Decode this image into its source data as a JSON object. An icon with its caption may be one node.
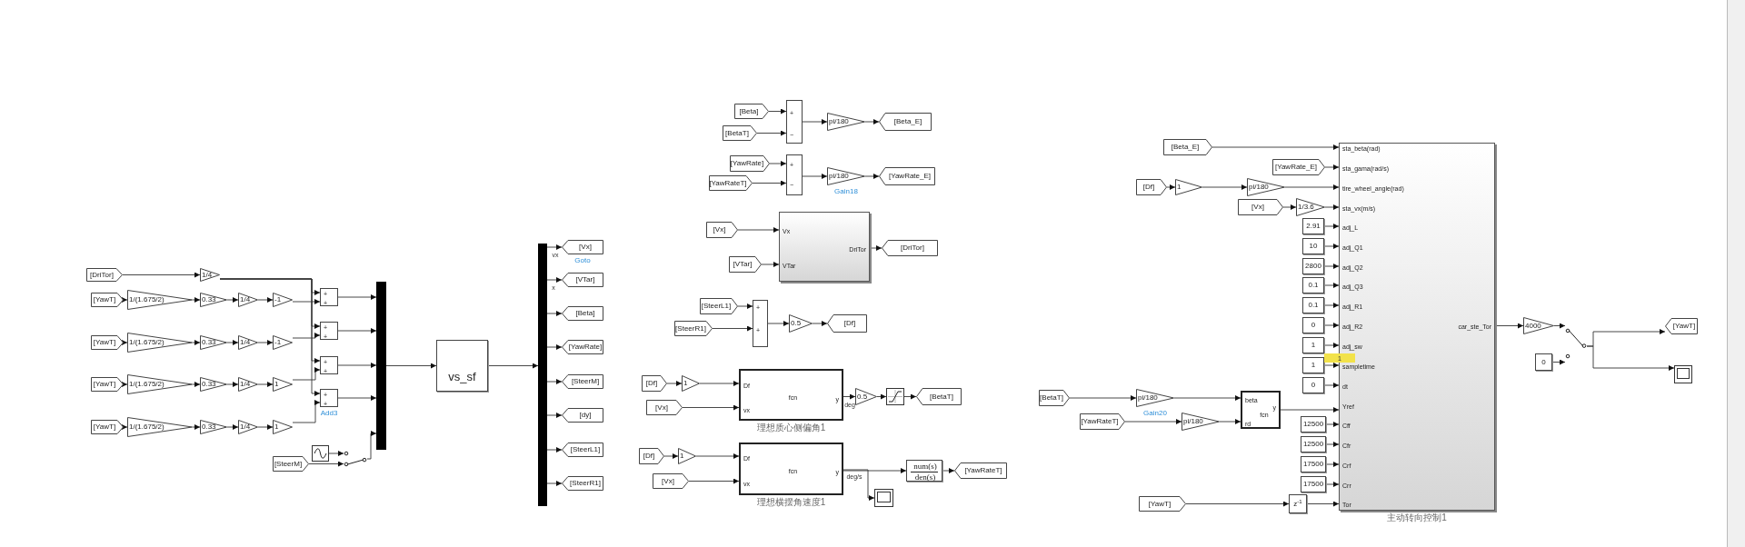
{
  "diagram": {
    "nodes": [
      {
        "text": [
          "[DriTor]"
        ]
      },
      {
        "text": [
          "1/4"
        ]
      },
      {
        "text": [
          "[YawT]"
        ]
      },
      {
        "text": [
          "1/(1.675/2)"
        ]
      },
      {
        "text": [
          "0.33"
        ]
      },
      {
        "text": [
          "1/4"
        ]
      },
      {
        "text": [
          "-1"
        ]
      },
      {
        "text": [
          "[YawT]"
        ]
      },
      {
        "text": [
          "1/(1.675/2)"
        ]
      },
      {
        "text": [
          "0.33"
        ]
      },
      {
        "text": [
          "1/4"
        ]
      },
      {
        "text": [
          "-1"
        ]
      },
      {
        "text": [
          "[YawT]"
        ]
      },
      {
        "text": [
          "1/(1.675/2)"
        ]
      },
      {
        "text": [
          "0.33"
        ]
      },
      {
        "text": [
          "1/4"
        ]
      },
      {
        "text": [
          "1"
        ]
      },
      {
        "text": [
          "[YawT]"
        ]
      },
      {
        "text": [
          "1/(1.675/2)"
        ]
      },
      {
        "text": [
          "0.33"
        ]
      },
      {
        "text": [
          "1/4"
        ]
      },
      {
        "text": [
          "1"
        ]
      },
      {
        "text": [
          "+",
          "+"
        ]
      },
      {
        "text": [
          "+",
          "+"
        ]
      },
      {
        "text": [
          "+",
          "+"
        ]
      },
      {
        "text": [
          "+",
          "+"
        ],
        "beside": [
          "Add3"
        ]
      },
      {
        "text": [],
        "shape": "bar"
      },
      {
        "text": [],
        "shape": "wave"
      },
      {
        "text": [
          "[SteerM]"
        ]
      },
      {
        "text": [],
        "shape": "switch"
      },
      {
        "text": [
          "vs_sf"
        ]
      },
      {
        "text": [],
        "shape": "bar"
      },
      {
        "text": [
          "[Vx]"
        ],
        "beside": [
          "Goto"
        ]
      },
      {
        "text": [
          "[VTar]"
        ]
      },
      {
        "text": [
          "[Beta]"
        ]
      },
      {
        "text": [
          "[YawRate]"
        ]
      },
      {
        "text": [
          "[SteerM]"
        ]
      },
      {
        "text": [
          "[dy]"
        ]
      },
      {
        "text": [
          "[SteerL1]"
        ]
      },
      {
        "text": [
          "[SteerR1]"
        ]
      },
      {
        "text": [
          "[Beta]"
        ]
      },
      {
        "text": [
          "[BetaT]"
        ]
      },
      {
        "text": [
          "+",
          "−"
        ]
      },
      {
        "text": [
          "pi/180"
        ]
      },
      {
        "text": [
          "[Beta_E]"
        ]
      },
      {
        "text": [
          "[YawRate]"
        ]
      },
      {
        "text": [
          "[YawRateT]"
        ]
      },
      {
        "text": [
          "+",
          "−"
        ]
      },
      {
        "text": [
          "pi/180"
        ],
        "beside": [
          "Gain18"
        ]
      },
      {
        "text": [
          "[YawRate_E]"
        ]
      },
      {
        "text": [
          "[Vx]"
        ]
      },
      {
        "text": [
          "[VTar]"
        ]
      },
      {
        "text": [
          "Vx",
          "VTar",
          "DriTor"
        ]
      },
      {
        "text": [
          "[DriTor]"
        ]
      },
      {
        "text": [
          "[SteerL1]"
        ]
      },
      {
        "text": [
          "[SteerR1]"
        ]
      },
      {
        "text": [
          "+",
          "+"
        ]
      },
      {
        "text": [
          "0.5"
        ]
      },
      {
        "text": [
          "[Df]"
        ]
      },
      {
        "text": [
          "[Df]"
        ]
      },
      {
        "text": [
          "1"
        ]
      },
      {
        "text": [
          "[Vx]"
        ]
      },
      {
        "text": [
          "Df",
          "vx",
          "fcn",
          "y"
        ],
        "beside": [
          "理想质心侧偏角1"
        ]
      },
      {
        "text": [
          "0.5"
        ]
      },
      {
        "text": [],
        "shape": "saturation"
      },
      {
        "text": [
          "[BetaT]"
        ]
      },
      {
        "text": [
          "[Df]"
        ]
      },
      {
        "text": [
          "1"
        ]
      },
      {
        "text": [
          "[Vx]"
        ]
      },
      {
        "text": [
          "Df",
          "vx",
          "fcn",
          "y"
        ],
        "beside": [
          "理想横摆角速度1"
        ]
      },
      {
        "text": [
          "num(s)",
          "den(s)"
        ]
      },
      {
        "text": [
          "[YawRateT]"
        ]
      },
      {
        "text": [],
        "shape": "scope"
      },
      {
        "text": [
          "[Beta_E]"
        ]
      },
      {
        "text": [
          "[YawRate_E]"
        ]
      },
      {
        "text": [
          "[Df]"
        ]
      },
      {
        "text": [
          "1"
        ]
      },
      {
        "text": [
          "pi/180"
        ]
      },
      {
        "text": [
          "[Vx]"
        ]
      },
      {
        "text": [
          "1/3.6"
        ]
      },
      {
        "text": [
          "2.91"
        ]
      },
      {
        "text": [
          "10"
        ]
      },
      {
        "text": [
          "2800"
        ]
      },
      {
        "text": [
          "0.1"
        ]
      },
      {
        "text": [
          "0.1"
        ]
      },
      {
        "text": [
          "0"
        ]
      },
      {
        "text": [
          "1"
        ]
      },
      {
        "text": [
          "1"
        ]
      },
      {
        "text": [
          "0"
        ]
      },
      {
        "text": [
          "[BetaT]"
        ]
      },
      {
        "text": [
          "[YawRateT]"
        ]
      },
      {
        "text": [
          "pi/180"
        ],
        "beside": [
          "Gain20"
        ]
      },
      {
        "text": [
          "pi/180"
        ]
      },
      {
        "text": [
          "beta",
          "rd",
          "fcn",
          "y"
        ]
      },
      {
        "text": [
          "12500"
        ]
      },
      {
        "text": [
          "12500"
        ]
      },
      {
        "text": [
          "17500"
        ]
      },
      {
        "text": [
          "17500"
        ]
      },
      {
        "text": [
          "[YawT]"
        ]
      },
      {
        "text": [
          "z$^{-1}$"
        ]
      },
      {
        "text": [
          "sta_beta(rad)",
          "sta_gama(rad/s)",
          "tire_wheel_angle(rad)",
          "sta_vx(m/s)",
          "adj_L",
          "adj_Q1",
          "adj_Q2",
          "adj_Q3",
          "adj_R1",
          "adj_R2",
          "adj_sw",
          "sampletime",
          "dt",
          "Yref",
          "Cff",
          "Cfr",
          "Crf",
          "Crr",
          "Tor",
          "car_ste_Tor"
        ],
        "beside": [
          "主动转向控制1"
        ]
      },
      {
        "text": [
          "4000"
        ]
      },
      {
        "text": [
          "0"
        ]
      },
      {
        "text": [],
        "shape": "switch"
      },
      {
        "text": [
          "[YawT]"
        ]
      },
      {
        "text": [],
        "shape": "scope"
      }
    ],
    "edges": [
      {
        "from": 0,
        "to": 1,
        "arrow": "to"
      },
      {
        "from": 1,
        "to": 22,
        "arrow": "to"
      },
      {
        "from": 1,
        "to": 23,
        "arrow": "to"
      },
      {
        "from": 1,
        "to": 24,
        "arrow": "to"
      },
      {
        "from": 1,
        "to": 25,
        "arrow": "to"
      },
      {
        "from": 2,
        "to": 3,
        "arrow": "to"
      },
      {
        "from": 3,
        "to": 4,
        "arrow": "to"
      },
      {
        "from": 4,
        "to": 5,
        "arrow": "to"
      },
      {
        "from": 5,
        "to": 6,
        "arrow": "to"
      },
      {
        "from": 6,
        "to": 22,
        "arrow": "to"
      },
      {
        "from": 7,
        "to": 8,
        "arrow": "to"
      },
      {
        "from": 8,
        "to": 9,
        "arrow": "to"
      },
      {
        "from": 9,
        "to": 10,
        "arrow": "to"
      },
      {
        "from": 10,
        "to": 11,
        "arrow": "to"
      },
      {
        "from": 11,
        "to": 23,
        "arrow": "to"
      },
      {
        "from": 12,
        "to": 13,
        "arrow": "to"
      },
      {
        "from": 13,
        "to": 14,
        "arrow": "to"
      },
      {
        "from": 14,
        "to": 15,
        "arrow": "to"
      },
      {
        "from": 15,
        "to": 16,
        "arrow": "to"
      },
      {
        "from": 16,
        "to": 24,
        "arrow": "to"
      },
      {
        "from": 17,
        "to": 18,
        "arrow": "to"
      },
      {
        "from": 18,
        "to": 19,
        "arrow": "to"
      },
      {
        "from": 19,
        "to": 20,
        "arrow": "to"
      },
      {
        "from": 20,
        "to": 21,
        "arrow": "to"
      },
      {
        "from": 21,
        "to": 25,
        "arrow": "to"
      },
      {
        "from": 22,
        "to": 26,
        "arrow": "to"
      },
      {
        "from": 23,
        "to": 26,
        "arrow": "to"
      },
      {
        "from": 24,
        "to": 26,
        "arrow": "to"
      },
      {
        "from": 25,
        "to": 26,
        "arrow": "to"
      },
      {
        "from": 27,
        "to": 29,
        "arrow": "to"
      },
      {
        "from": 28,
        "to": 29,
        "arrow": "to"
      },
      {
        "from": 29,
        "to": 26,
        "arrow": "to"
      },
      {
        "from": 26,
        "to": 30,
        "arrow": "to"
      },
      {
        "from": 30,
        "to": 31,
        "arrow": "to"
      },
      {
        "from": 31,
        "to": 32,
        "arrow": "to"
      },
      {
        "from": 31,
        "to": 33,
        "arrow": "to"
      },
      {
        "from": 31,
        "to": 34,
        "arrow": "to"
      },
      {
        "from": 31,
        "to": 35,
        "arrow": "to"
      },
      {
        "from": 31,
        "to": 36,
        "arrow": "to"
      },
      {
        "from": 31,
        "to": 37,
        "arrow": "to"
      },
      {
        "from": 31,
        "to": 38,
        "arrow": "to"
      },
      {
        "from": 31,
        "to": 39,
        "arrow": "to"
      },
      {
        "from": 40,
        "to": 42,
        "arrow": "to"
      },
      {
        "from": 41,
        "to": 42,
        "arrow": "to"
      },
      {
        "from": 42,
        "to": 43,
        "arrow": "to"
      },
      {
        "from": 43,
        "to": 44,
        "arrow": "to"
      },
      {
        "from": 45,
        "to": 47,
        "arrow": "to"
      },
      {
        "from": 46,
        "to": 47,
        "arrow": "to"
      },
      {
        "from": 47,
        "to": 48,
        "arrow": "to"
      },
      {
        "from": 48,
        "to": 49,
        "arrow": "to"
      },
      {
        "from": 50,
        "to": 52,
        "arrow": "to"
      },
      {
        "from": 51,
        "to": 52,
        "arrow": "to"
      },
      {
        "from": 52,
        "to": 53,
        "arrow": "to"
      },
      {
        "from": 54,
        "to": 56,
        "arrow": "to"
      },
      {
        "from": 55,
        "to": 56,
        "arrow": "to"
      },
      {
        "from": 56,
        "to": 57,
        "arrow": "to"
      },
      {
        "from": 57,
        "to": 58,
        "arrow": "to"
      },
      {
        "from": 59,
        "to": 60,
        "arrow": "to"
      },
      {
        "from": 60,
        "to": 62,
        "arrow": "to"
      },
      {
        "from": 61,
        "to": 62,
        "arrow": "to"
      },
      {
        "from": 62,
        "to": 63,
        "arrow": "to"
      },
      {
        "from": 63,
        "to": 64,
        "arrow": "to"
      },
      {
        "from": 64,
        "to": 65,
        "arrow": "to"
      },
      {
        "from": 66,
        "to": 67,
        "arrow": "to"
      },
      {
        "from": 67,
        "to": 69,
        "arrow": "to"
      },
      {
        "from": 68,
        "to": 69,
        "arrow": "to"
      },
      {
        "from": 69,
        "to": 70,
        "arrow": "to"
      },
      {
        "from": 70,
        "to": 71,
        "arrow": "to"
      },
      {
        "from": 69,
        "to": 72,
        "arrow": "to"
      },
      {
        "from": 73,
        "to": 100,
        "arrow": "to"
      },
      {
        "from": 74,
        "to": 100,
        "arrow": "to"
      },
      {
        "from": 75,
        "to": 76,
        "arrow": "to"
      },
      {
        "from": 76,
        "to": 77,
        "arrow": "to"
      },
      {
        "from": 77,
        "to": 100,
        "arrow": "to"
      },
      {
        "from": 78,
        "to": 79,
        "arrow": "to"
      },
      {
        "from": 79,
        "to": 100,
        "arrow": "to"
      },
      {
        "from": 80,
        "to": 100,
        "arrow": "to"
      },
      {
        "from": 81,
        "to": 100,
        "arrow": "to"
      },
      {
        "from": 82,
        "to": 100,
        "arrow": "to"
      },
      {
        "from": 83,
        "to": 100,
        "arrow": "to"
      },
      {
        "from": 84,
        "to": 100,
        "arrow": "to"
      },
      {
        "from": 85,
        "to": 100,
        "arrow": "to"
      },
      {
        "from": 86,
        "to": 100,
        "arrow": "to"
      },
      {
        "from": 87,
        "to": 100,
        "arrow": "to"
      },
      {
        "from": 88,
        "to": 100,
        "arrow": "to"
      },
      {
        "from": 89,
        "to": 91,
        "arrow": "to"
      },
      {
        "from": 90,
        "to": 92,
        "arrow": "to"
      },
      {
        "from": 91,
        "to": 93,
        "arrow": "to"
      },
      {
        "from": 92,
        "to": 93,
        "arrow": "to"
      },
      {
        "from": 93,
        "to": 100,
        "arrow": "to"
      },
      {
        "from": 94,
        "to": 100,
        "arrow": "to"
      },
      {
        "from": 95,
        "to": 100,
        "arrow": "to"
      },
      {
        "from": 96,
        "to": 100,
        "arrow": "to"
      },
      {
        "from": 97,
        "to": 100,
        "arrow": "to"
      },
      {
        "from": 98,
        "to": 99,
        "arrow": "to"
      },
      {
        "from": 99,
        "to": 100,
        "arrow": "to"
      },
      {
        "from": 100,
        "to": 101,
        "arrow": "to"
      },
      {
        "from": 101,
        "to": 103,
        "arrow": "to"
      },
      {
        "from": 102,
        "to": 103,
        "arrow": "to"
      },
      {
        "from": 103,
        "to": 104,
        "arrow": "to"
      },
      {
        "from": 103,
        "to": 105,
        "arrow": "to"
      }
    ],
    "labels": [
      "vx",
      "x",
      "deg",
      "deg/s",
      "1"
    ]
  }
}
